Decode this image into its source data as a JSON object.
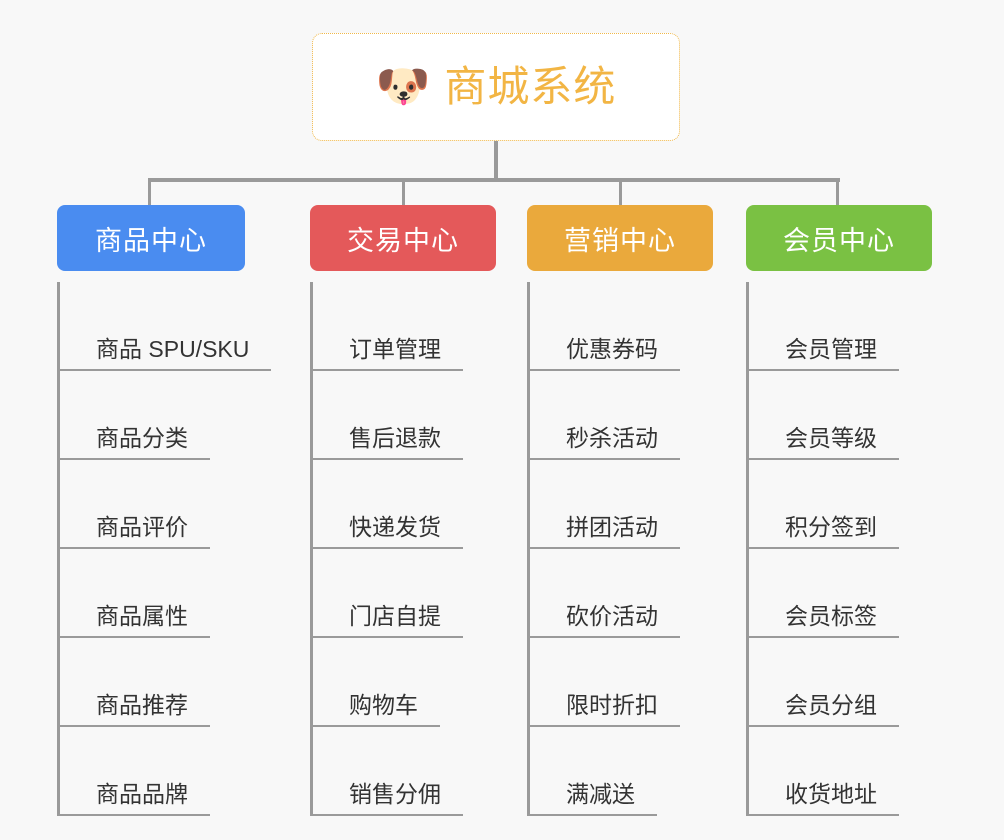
{
  "page": {
    "background_color": "#f8f8f8",
    "connector_color": "#9a9a9a",
    "leaf_text_color": "#333333"
  },
  "root": {
    "icon": "dog-face-emoji",
    "icon_glyph": "🐶",
    "title": "商城系统",
    "border_color": "#f0b849",
    "text_color": "#f2b544",
    "background_color": "#ffffff"
  },
  "columns": [
    {
      "id": "product-center",
      "header": "商品中心",
      "color": "#4a8cf0",
      "items": [
        "商品 SPU/SKU",
        "商品分类",
        "商品评价",
        "商品属性",
        "商品推荐",
        "商品品牌"
      ]
    },
    {
      "id": "trade-center",
      "header": "交易中心",
      "color": "#e4595a",
      "items": [
        "订单管理",
        "售后退款",
        "快递发货",
        "门店自提",
        "购物车",
        "销售分佣"
      ]
    },
    {
      "id": "marketing-center",
      "header": "营销中心",
      "color": "#eaa93c",
      "items": [
        "优惠券码",
        "秒杀活动",
        "拼团活动",
        "砍价活动",
        "限时折扣",
        "满减送"
      ]
    },
    {
      "id": "member-center",
      "header": "会员中心",
      "color": "#7ac143",
      "items": [
        "会员管理",
        "会员等级",
        "积分签到",
        "会员标签",
        "会员分组",
        "收货地址"
      ]
    }
  ]
}
